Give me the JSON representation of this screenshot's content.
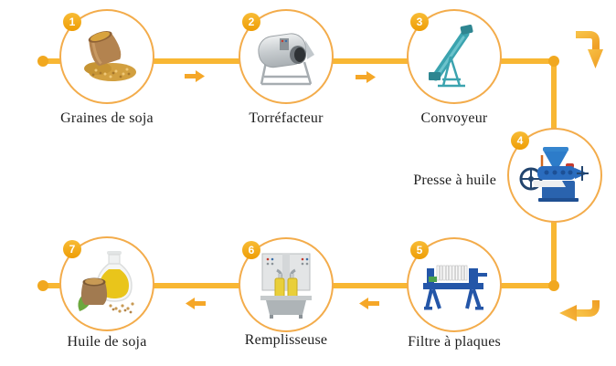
{
  "diagram": {
    "steps": [
      {
        "number": "1",
        "label": "Graines de soja",
        "icon": "soybean-sack-icon"
      },
      {
        "number": "2",
        "label": "Torréfacteur",
        "icon": "roaster-icon"
      },
      {
        "number": "3",
        "label": "Convoyeur",
        "icon": "screw-conveyor-icon"
      },
      {
        "number": "4",
        "label": "Presse à huile",
        "icon": "oil-press-icon"
      },
      {
        "number": "5",
        "label": "Filtre à plaques",
        "icon": "plate-filter-icon"
      },
      {
        "number": "6",
        "label": "Remplisseuse",
        "icon": "filling-machine-icon"
      },
      {
        "number": "7",
        "label": "Huile de soja",
        "icon": "soybean-oil-icon"
      }
    ],
    "colors": {
      "flow_line": "#F8B733",
      "node_dot": "#F1A81F",
      "arrow": "#F5A728",
      "circle_border": "#F3AC4B",
      "badge": "#EE9D05",
      "label_text": "#1E1E1E"
    }
  }
}
